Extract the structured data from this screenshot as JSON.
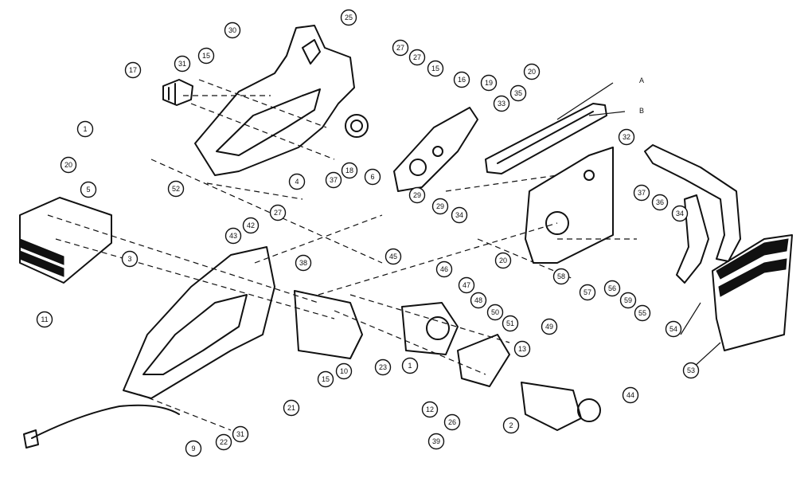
{
  "diagram": {
    "callouts": [
      {
        "n": "25"
      },
      {
        "n": "30"
      },
      {
        "n": "15"
      },
      {
        "n": "31"
      },
      {
        "n": "17"
      },
      {
        "n": "27"
      },
      {
        "n": "27"
      },
      {
        "n": "15"
      },
      {
        "n": "16"
      },
      {
        "n": "19"
      },
      {
        "n": "20"
      },
      {
        "n": "33"
      },
      {
        "n": "35"
      },
      {
        "n": "1"
      },
      {
        "n": "20"
      },
      {
        "n": "5"
      },
      {
        "n": "18"
      },
      {
        "n": "6"
      },
      {
        "n": "37"
      },
      {
        "n": "4"
      },
      {
        "n": "32"
      },
      {
        "n": "29"
      },
      {
        "n": "29"
      },
      {
        "n": "27"
      },
      {
        "n": "52"
      },
      {
        "n": "37"
      },
      {
        "n": "36"
      },
      {
        "n": "34"
      },
      {
        "n": "34"
      },
      {
        "n": "43"
      },
      {
        "n": "42"
      },
      {
        "n": "3"
      },
      {
        "n": "38"
      },
      {
        "n": "45"
      },
      {
        "n": "46"
      },
      {
        "n": "47"
      },
      {
        "n": "20"
      },
      {
        "n": "58"
      },
      {
        "n": "56"
      },
      {
        "n": "57"
      },
      {
        "n": "59"
      },
      {
        "n": "55"
      },
      {
        "n": "54"
      },
      {
        "n": "11"
      },
      {
        "n": "48"
      },
      {
        "n": "50"
      },
      {
        "n": "51"
      },
      {
        "n": "49"
      },
      {
        "n": "53"
      },
      {
        "n": "15"
      },
      {
        "n": "10"
      },
      {
        "n": "23"
      },
      {
        "n": "1"
      },
      {
        "n": "13"
      },
      {
        "n": "21"
      },
      {
        "n": "12"
      },
      {
        "n": "26"
      },
      {
        "n": "31"
      },
      {
        "n": "22"
      },
      {
        "n": "2"
      },
      {
        "n": "44"
      },
      {
        "n": "9"
      },
      {
        "n": "39"
      }
    ],
    "letters": [
      {
        "t": "A"
      },
      {
        "t": "B"
      }
    ]
  }
}
